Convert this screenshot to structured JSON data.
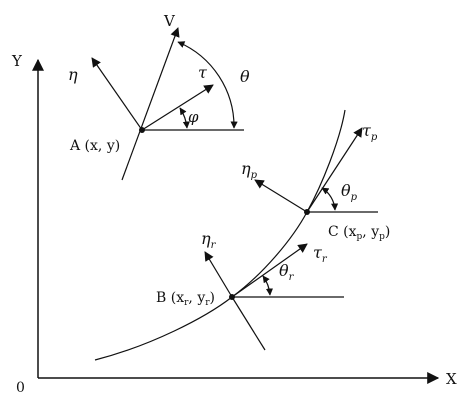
{
  "axes": {
    "origin": "0",
    "x": "X",
    "y": "Y"
  },
  "point_a": {
    "label": "A (x, y)",
    "velocity": "V",
    "tangent": "τ",
    "normal": "η",
    "phi": "φ",
    "theta": "θ"
  },
  "point_b": {
    "label_main": "B (x",
    "sub_r1": "r",
    "label_mid": ", y",
    "sub_r2": "r",
    "label_end": ")",
    "tangent": "τ",
    "tangent_sub": "r",
    "normal": "η",
    "normal_sub": "r",
    "theta": "θ",
    "theta_sub": "r"
  },
  "point_c": {
    "label_main": "C (x",
    "sub_p1": "p",
    "label_mid": ", y",
    "sub_p2": "p",
    "label_end": ")",
    "tangent": "τ",
    "tangent_sub": "p",
    "normal": "η",
    "normal_sub": "p",
    "theta": "θ",
    "theta_sub": "p"
  }
}
